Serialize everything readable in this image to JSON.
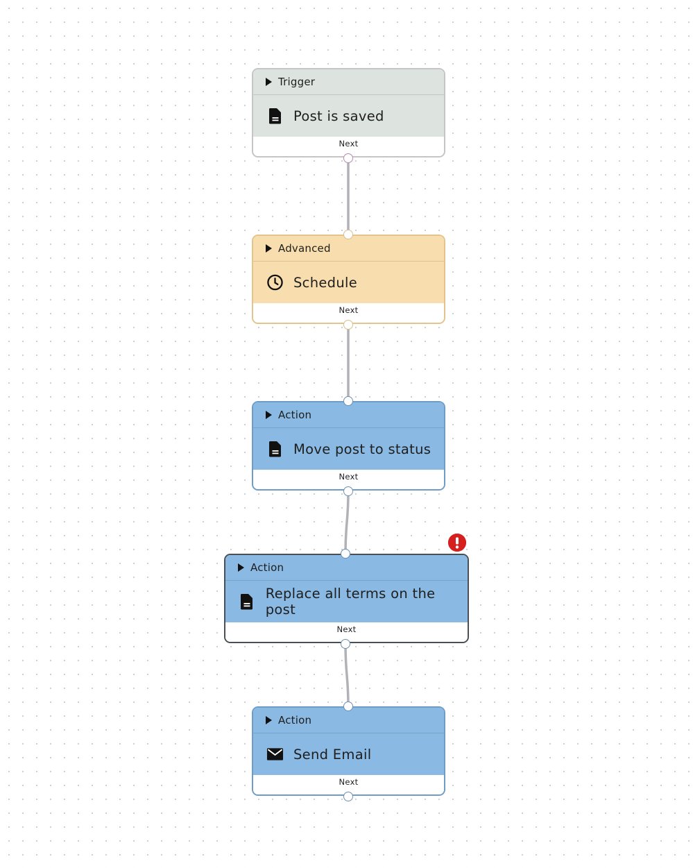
{
  "nodes": [
    {
      "id": "trigger",
      "category": "Trigger",
      "label": "Post is saved",
      "icon": "document-icon",
      "footer": "Next",
      "header_color": "#dde3de",
      "border_color": "#c5c5c5",
      "handle_color": "#b58ab0"
    },
    {
      "id": "advanced",
      "category": "Advanced",
      "label": "Schedule",
      "icon": "clock-icon",
      "footer": "Next",
      "header_color": "#f8deae",
      "border_color": "#e3c48c",
      "handle_color": "#d9bf8b"
    },
    {
      "id": "action-1",
      "category": "Action",
      "label": "Move post to status",
      "icon": "document-icon",
      "footer": "Next",
      "header_color": "#8ab9e3",
      "border_color": "#6f9cc6",
      "handle_color": "#6c8fb5"
    },
    {
      "id": "action-2",
      "category": "Action",
      "label": "Replace all terms on the post",
      "icon": "document-icon",
      "footer": "Next",
      "header_color": "#8ab9e3",
      "border_color": "#4a4f55",
      "handle_color": "#6c8fb5",
      "selected": true,
      "has_error": true,
      "error_color": "#d61f1f"
    },
    {
      "id": "action-3",
      "category": "Action",
      "label": "Send Email",
      "icon": "envelope-icon",
      "footer": "Next",
      "header_color": "#8ab9e3",
      "border_color": "#6f9cc6",
      "handle_color": "#6c8fb5"
    }
  ],
  "edges": [
    {
      "from": "trigger",
      "to": "advanced"
    },
    {
      "from": "advanced",
      "to": "action-1"
    },
    {
      "from": "action-1",
      "to": "action-2"
    },
    {
      "from": "action-2",
      "to": "action-3"
    }
  ],
  "edge_color": "#b1b1b7",
  "canvas_background": "dotted-grid"
}
